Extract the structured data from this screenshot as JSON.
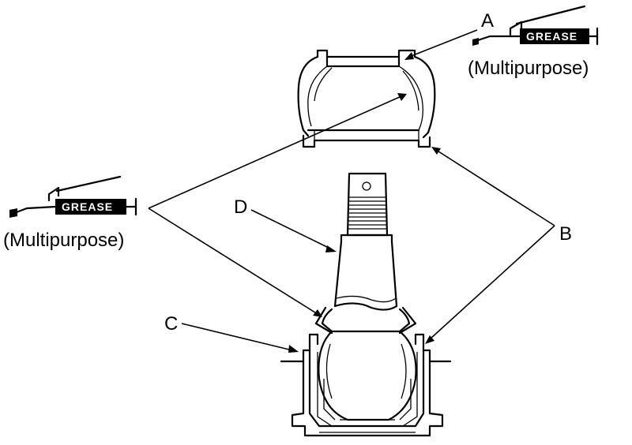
{
  "callouts": {
    "a": "A",
    "b": "B",
    "c": "C",
    "d": "D"
  },
  "grease_top": {
    "label": "GREASE",
    "note": "(Multipurpose)",
    "icon": "grease-gun-icon"
  },
  "grease_left": {
    "label": "GREASE",
    "note": "(Multipurpose)",
    "icon": "grease-gun-icon"
  },
  "colors": {
    "line": "#000000",
    "background": "#ffffff"
  }
}
